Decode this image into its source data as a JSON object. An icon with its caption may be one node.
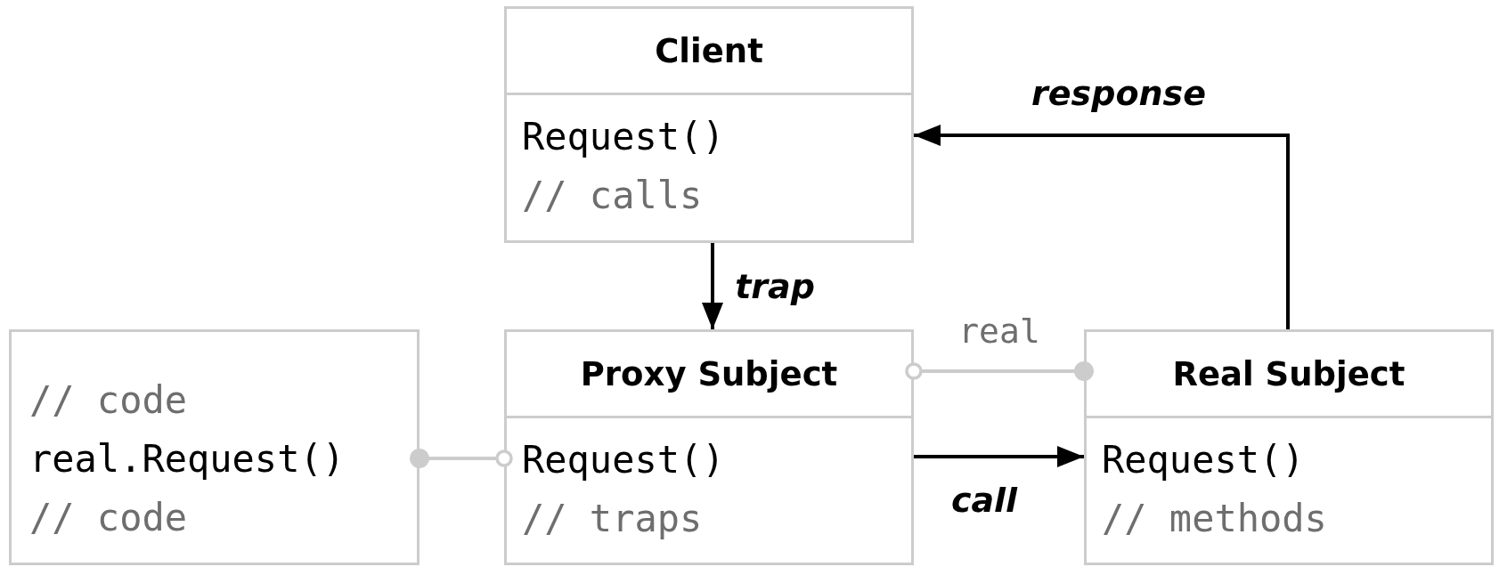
{
  "diagram": {
    "nodes": [
      {
        "text": [
          "Client",
          "Request()",
          "// calls"
        ]
      },
      {
        "text": [
          "// code",
          "real.Request()",
          "// code"
        ]
      },
      {
        "text": [
          "Proxy Subject",
          "Request()",
          "// traps"
        ]
      },
      {
        "text": [
          "Real Subject",
          "Request()",
          "// methods"
        ]
      }
    ],
    "edges": [
      {
        "from": 0,
        "to": 2,
        "arrow": "to",
        "label": "trap"
      },
      {
        "from": 2,
        "to": 3,
        "arrow": "to",
        "label": "call"
      },
      {
        "from": 3,
        "to": 0,
        "arrow": "to",
        "label": "response"
      },
      {
        "from": 3,
        "to": 2,
        "arrow": "other",
        "label": "real",
        "color": "#cccccc"
      },
      {
        "from": 1,
        "to": 2,
        "arrow": "other",
        "color": "#cccccc"
      }
    ]
  }
}
